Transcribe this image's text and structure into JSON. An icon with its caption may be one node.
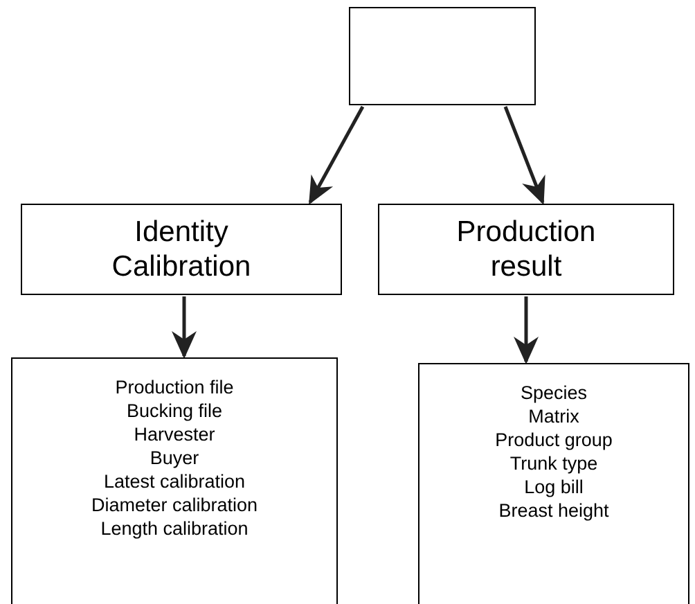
{
  "diagram": {
    "nodes": [
      {
        "text": [],
        "shape": "box"
      },
      {
        "text": [
          "Identity Calibration"
        ]
      },
      {
        "text": [
          "Production result"
        ]
      },
      {
        "text": [
          "Production file",
          "Bucking file",
          "Harvester",
          "Buyer",
          "Latest calibration",
          "Diameter calibration",
          "Length calibration"
        ]
      },
      {
        "text": [
          "Species",
          "Matrix",
          "Product group",
          "Trunk type",
          "Log bill",
          "Breast height"
        ]
      }
    ],
    "edges": [
      {
        "from": 0,
        "to": 1,
        "arrow": "to"
      },
      {
        "from": 0,
        "to": 2,
        "arrow": "to"
      },
      {
        "from": 1,
        "to": 3,
        "arrow": "to"
      },
      {
        "from": 2,
        "to": 4,
        "arrow": "to"
      }
    ]
  }
}
